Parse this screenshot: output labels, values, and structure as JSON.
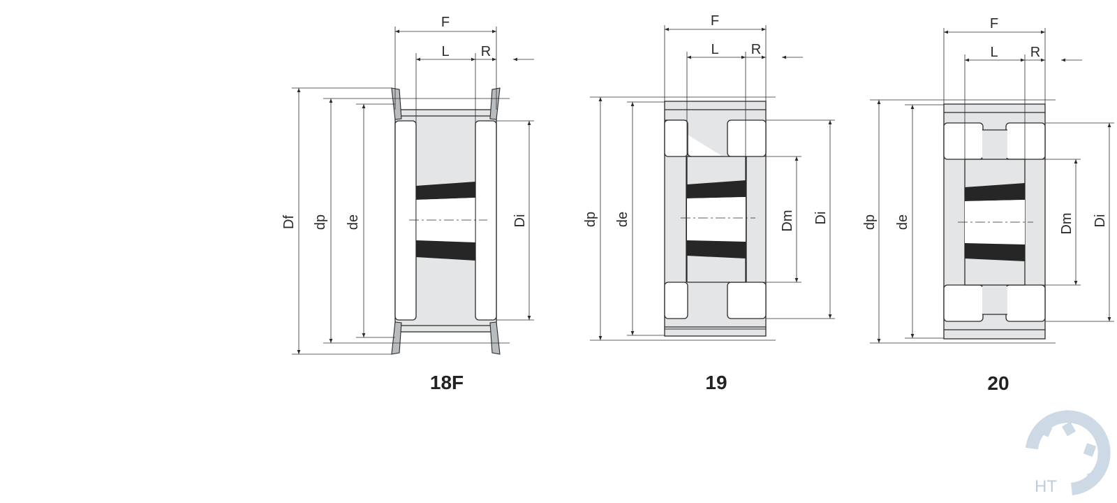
{
  "figures": [
    {
      "caption": "18F",
      "top_labels": {
        "face_width": "F",
        "hub_length": "L",
        "offset": "R"
      },
      "left_labels": {
        "flange_dia": "Df",
        "pitch_dia": "dp",
        "outside_dia": "de"
      },
      "right_labels": {
        "inner_dia": "Di"
      }
    },
    {
      "caption": "19",
      "top_labels": {
        "face_width": "F",
        "hub_length": "L",
        "offset": "R"
      },
      "left_labels": {
        "pitch_dia": "dp",
        "outside_dia": "de"
      },
      "right_labels": {
        "hub_dia": "Dm",
        "inner_dia": "Di"
      }
    },
    {
      "caption": "20",
      "top_labels": {
        "face_width": "F",
        "hub_length": "L",
        "offset": "R"
      },
      "left_labels": {
        "pitch_dia": "dp",
        "outside_dia": "de"
      },
      "right_labels": {
        "hub_dia": "Dm",
        "inner_dia": "Di"
      }
    }
  ],
  "logo": {
    "text": "HT"
  }
}
